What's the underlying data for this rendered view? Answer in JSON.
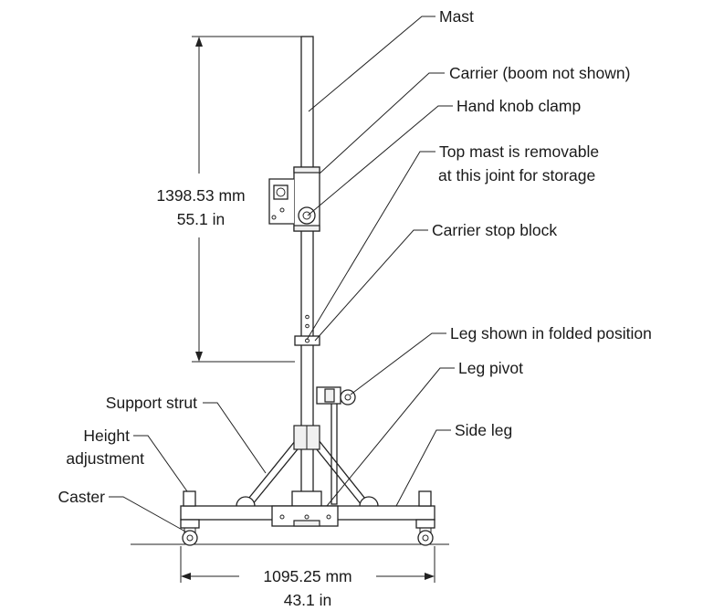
{
  "callouts": {
    "mast": "Mast",
    "carrier": "Carrier (boom not shown)",
    "hand_knob_clamp": "Hand knob clamp",
    "top_mast_line1": "Top mast is removable",
    "top_mast_line2": "at this joint for storage",
    "carrier_stop_block": "Carrier stop block",
    "leg_folded": "Leg shown in folded position",
    "leg_pivot": "Leg pivot",
    "side_leg": "Side leg",
    "support_strut": "Support strut",
    "height_line1": "Height",
    "height_line2": "adjustment",
    "caster": "Caster"
  },
  "dimensions": {
    "height_mm": "1398.53 mm",
    "height_in": "55.1 in",
    "width_mm": "1095.25 mm",
    "width_in": "43.1 in"
  }
}
